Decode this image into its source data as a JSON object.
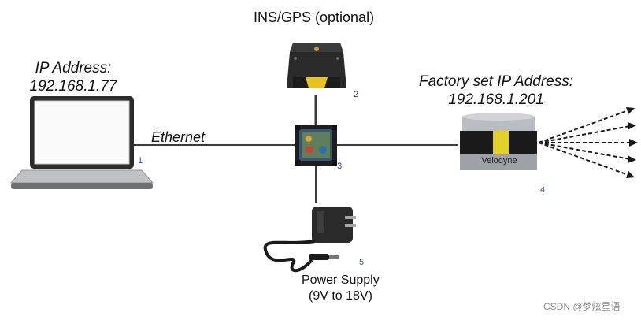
{
  "labels": {
    "laptop_ip_title": "IP Address:",
    "laptop_ip_value": "192.168.1.77",
    "ethernet": "Ethernet",
    "ins_gps": "INS/GPS (optional)",
    "lidar_ip_title": "Factory set IP Address:",
    "lidar_ip_value": "192.168.1.201",
    "power_supply_title": "Power Supply",
    "power_supply_range": "(9V to 18V)",
    "lidar_brand": "Velodyne"
  },
  "callouts": [
    "1",
    "2",
    "3",
    "4",
    "5"
  ],
  "watermark": "CSDN @梦炫星语",
  "colors": {
    "line": "#3a3a3a",
    "lidar_yellow": "#e2d12a",
    "callout": "#2b4a9a"
  }
}
